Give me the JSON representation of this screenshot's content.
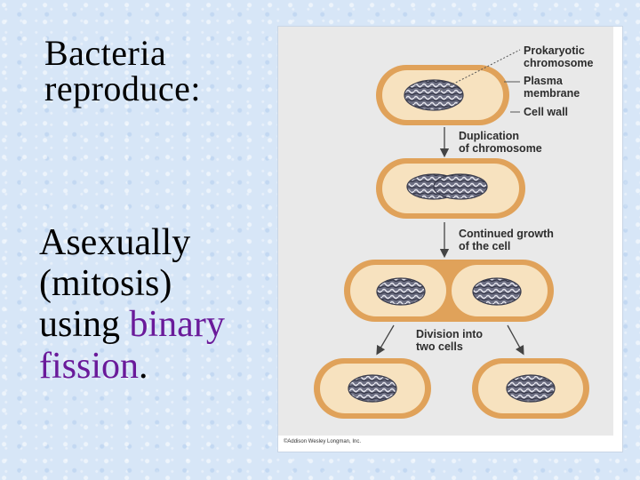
{
  "slide": {
    "title_line1": "Bacteria",
    "title_line2": "reproduce:",
    "body_line1": "Asexually",
    "body_line2": "(mitosis)",
    "body_line3_a": "using ",
    "body_line3_b": "binary",
    "body_line4_a": "fission",
    "body_line4_b": ".",
    "accent_color": "#6a1a9a"
  },
  "figure": {
    "labels": {
      "prokaryotic_1": "Prokaryotic",
      "prokaryotic_2": "chromosome",
      "plasma_1": "Plasma",
      "plasma_2": "membrane",
      "cell_wall": "Cell wall",
      "dup_1": "Duplication",
      "dup_2": "of chromosome",
      "growth_1": "Continued growth",
      "growth_2": "of the cell",
      "division_1": "Division into",
      "division_2": "two cells"
    },
    "credit": "©Addison Wesley Longman, Inc."
  }
}
